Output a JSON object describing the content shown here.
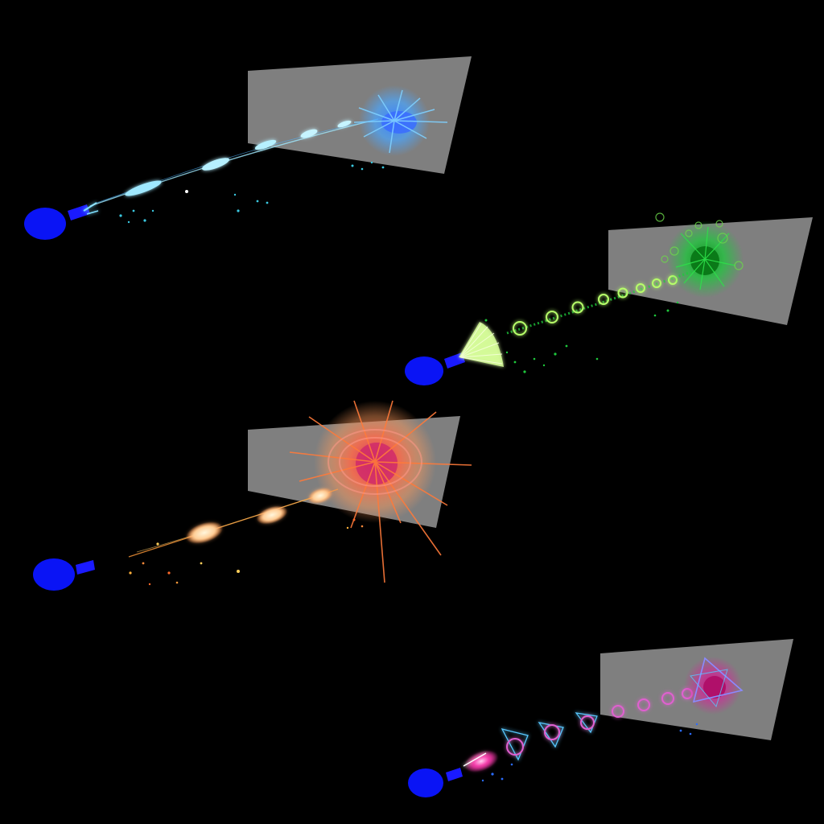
{
  "scene": {
    "background": "#000000",
    "target_color": "#7f7f7f",
    "emitter_body_color": "#0a14f5",
    "emitter_barrel_color": "#1a1aff"
  },
  "effects": [
    {
      "name": "ice",
      "primary_color": "#4fb4ff",
      "secondary_color": "#9fe8ff",
      "projectile_shape": "shard"
    },
    {
      "name": "nature",
      "primary_color": "#1ec83c",
      "secondary_color": "#b7ff6a",
      "projectile_shape": "ring"
    },
    {
      "name": "fire",
      "primary_color": "#ff8a3a",
      "secondary_color": "#ffe8b0",
      "projectile_shape": "fireball"
    },
    {
      "name": "arcane",
      "primary_color": "#d02a9a",
      "secondary_color": "#58c8ff",
      "projectile_shape": "rune"
    }
  ]
}
